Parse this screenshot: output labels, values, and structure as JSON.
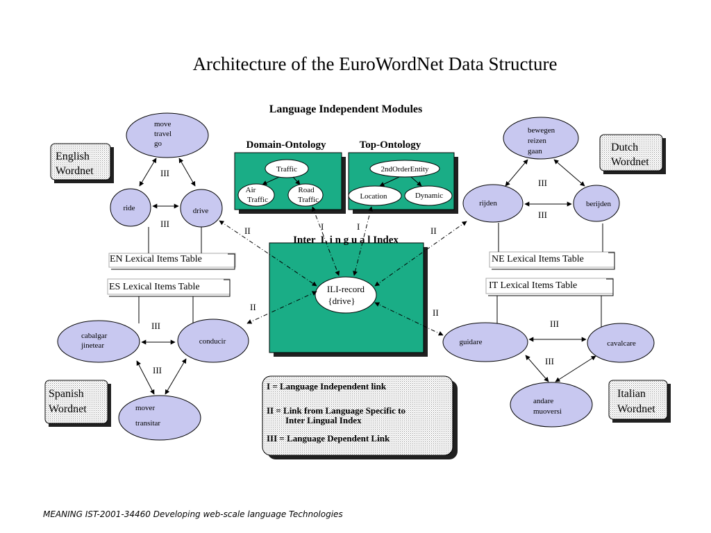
{
  "title": "Architecture of the EuroWordNet Data Structure",
  "footer": "MEANING IST-2001-34460 Developing web-scale language Technologies",
  "modules_heading": "Language Independent Modules",
  "domain_ontology": {
    "label": "Domain-Ontology",
    "traffic": "Traffic",
    "air": [
      "Air",
      "Traffic"
    ],
    "road": [
      "Road",
      "Traffic"
    ]
  },
  "top_ontology": {
    "label": "Top-Ontology",
    "entity": "2ndOrderEntity",
    "location": "Location",
    "dynamic": "Dynamic"
  },
  "ili": {
    "label": "Inter  L i n g u a l Index",
    "record": [
      "ILI-record",
      "{drive}"
    ]
  },
  "english": {
    "label": [
      "English",
      "Wordnet"
    ],
    "move": [
      "move",
      "travel",
      "go"
    ],
    "ride": "ride",
    "drive": "drive",
    "table": "EN Lexical Items Table"
  },
  "spanish": {
    "label": [
      "Spanish",
      "Wordnet"
    ],
    "cabalgar": [
      "cabalgar",
      "jinetear"
    ],
    "conducir": "conducir",
    "mover": [
      "mover",
      "transitar"
    ],
    "table": "ES Lexical Items Table"
  },
  "dutch": {
    "label": [
      "Dutch",
      "Wordnet"
    ],
    "bewegen": [
      "bewegen",
      "reizen",
      "gaan"
    ],
    "rijden": "rijden",
    "berijden": "berijden",
    "table": "NE Lexical Items Table"
  },
  "italian": {
    "label": [
      "Italian",
      "Wordnet"
    ],
    "guidare": "guidare",
    "cavalcare": "cavalcare",
    "andare": [
      "andare",
      "muoversi"
    ],
    "table": "IT Lexical Items Table"
  },
  "links": {
    "i": "I",
    "ii": "II",
    "iii": "III"
  },
  "legend": {
    "i": "I = Language Independent link",
    "ii_line1": "II = Link from Language Specific to",
    "ii_line2": "Inter Lingual Index",
    "iii": "III = Language Dependent Link"
  },
  "colors": {
    "node": "#c8c8f0",
    "module": "#1aad86",
    "shadow": "#202020"
  }
}
